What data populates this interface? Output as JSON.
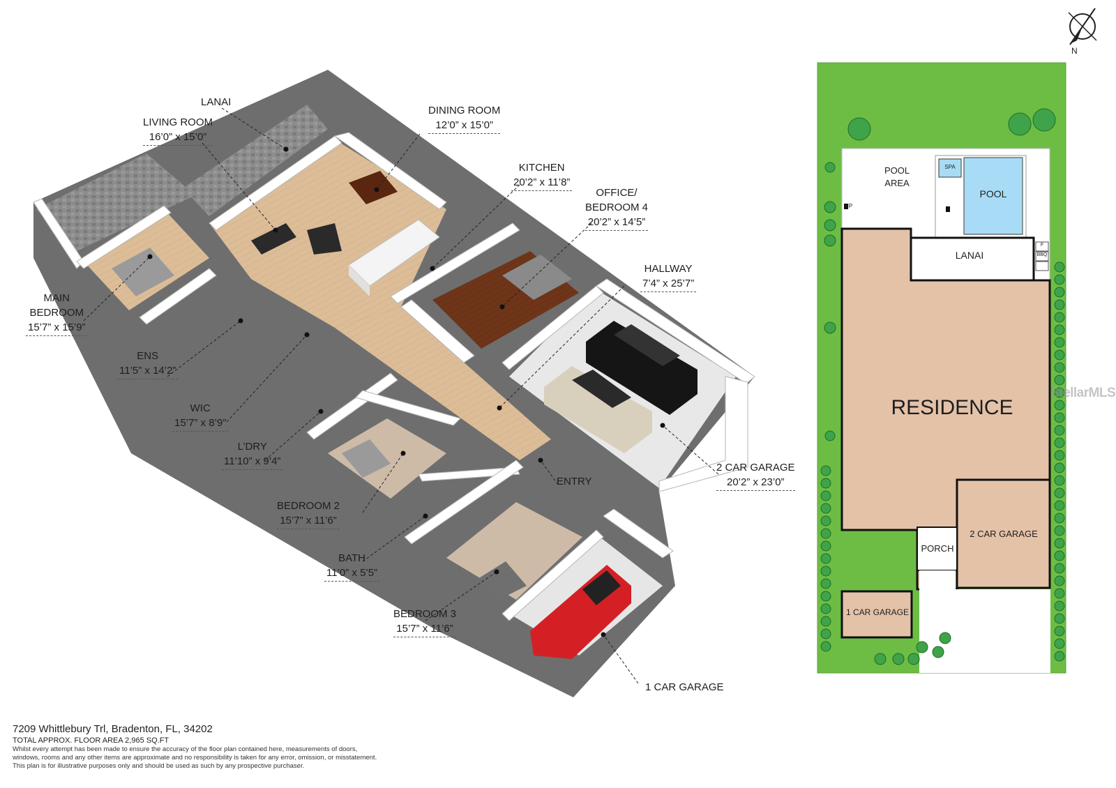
{
  "rooms": {
    "lanai": {
      "name": "LANAI"
    },
    "living": {
      "name": "LIVING ROOM",
      "dims": "16’0” x 15’0”"
    },
    "dining": {
      "name": "DINING ROOM",
      "dims": "12’0” x 15’0”"
    },
    "kitchen": {
      "name": "KITCHEN",
      "dims": "20’2” x 11’8”"
    },
    "office": {
      "name": "OFFICE/",
      "name2": "BEDROOM 4",
      "dims": "20’2” x 14’5”"
    },
    "hallway": {
      "name": "HALLWAY",
      "dims": "7’4” x 25’7”"
    },
    "main_bedroom": {
      "name": "MAIN",
      "name2": "BEDROOM",
      "dims": "15’7” x 15’9”"
    },
    "ens": {
      "name": "ENS",
      "dims": "11’5” x 14’2”"
    },
    "wic": {
      "name": "WIC",
      "dims": "15’7” x 8’9”"
    },
    "laundry": {
      "name": "L’DRY",
      "dims": "11’10” x 9’4”"
    },
    "bedroom2": {
      "name": "BEDROOM 2",
      "dims": "15’7” x 11’6”"
    },
    "bath": {
      "name": "BATH",
      "dims": "11’0” x 5’5”"
    },
    "bedroom3": {
      "name": "BEDROOM 3",
      "dims": "15’7” x 11’6”"
    },
    "entry": {
      "name": "ENTRY"
    },
    "garage2": {
      "name": "2 CAR GARAGE",
      "dims": "20’2” x 23’0”"
    },
    "garage1": {
      "name": "1 CAR GARAGE"
    }
  },
  "site_plan": {
    "pool_area": "POOL",
    "pool_area2": "AREA",
    "spa": "SPA",
    "pool": "POOL",
    "lanai": "LANAI",
    "fireplace": "FP",
    "fridge": "F",
    "bbq": "BBQ",
    "residence": "RESIDENCE",
    "porch": "PORCH",
    "garage2": "2 CAR GARAGE",
    "garage1": "1 CAR GARAGE"
  },
  "compass": {
    "north": "N"
  },
  "footer": {
    "address": "7209 Whittlebury Trl, Bradenton, FL, 34202",
    "area": "TOTAL APPROX. FLOOR AREA 2,965 SQ.FT",
    "disclaimer1": "Whilst every attempt has been made to ensure the accuracy of the floor plan contained here, measurements of doors,",
    "disclaimer2": "windows, rooms and any other items are approximate and no responsibility is taken for any error, omission, or misstatement.",
    "disclaimer3": "This plan is for illustrative purposes only and should be used as such by any prospective purchaser."
  },
  "watermark": "StellarMLS",
  "colors": {
    "lawn": "#6dbd45",
    "residence": "#e4c2a8",
    "pool": "#a8dcf6",
    "wood": "#d8b792",
    "dark_wood": "#6b3418",
    "wall": "#ffffff",
    "slab": "#7d7d7d"
  }
}
